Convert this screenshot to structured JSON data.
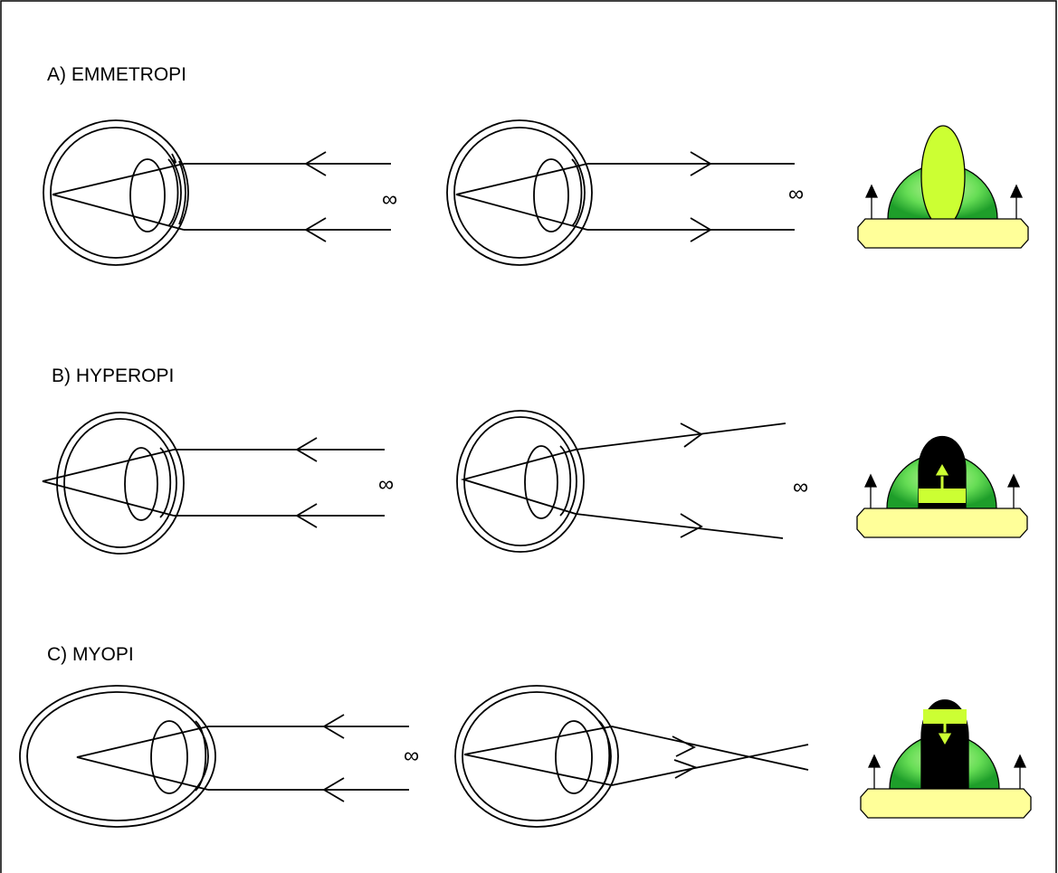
{
  "sections": [
    {
      "id": "a",
      "title": "A) EMMETROPI",
      "infinity_left": "∞",
      "infinity_right": "∞"
    },
    {
      "id": "b",
      "title": "B) HYPEROPI",
      "infinity_left": "∞",
      "infinity_right": "∞"
    },
    {
      "id": "c",
      "title": "C) MYOPI",
      "infinity_left": "∞"
    }
  ],
  "colors": {
    "outline": "#000000",
    "globe_green_light": "#c8f7a0",
    "globe_green_dark": "#2eb82e",
    "lime": "#ccff33",
    "pad_yellow": "#ffff99"
  }
}
